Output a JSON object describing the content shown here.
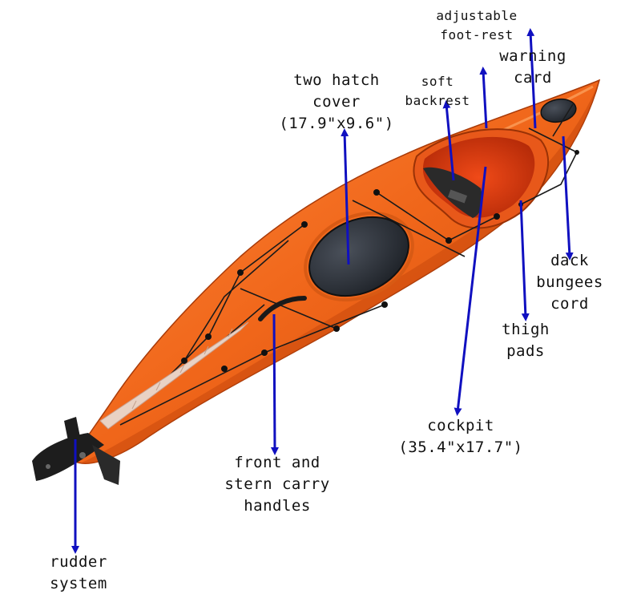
{
  "colors": {
    "hull": "#f0661a",
    "hull_dark": "#c9480c",
    "hull_light": "#ff8a3c",
    "cockpit": "#d8330c",
    "hatch": "#2a2f37",
    "arrow": "#1010c0",
    "text": "#111111"
  },
  "labels": {
    "foot_rest": [
      "adjustable",
      "foot-rest"
    ],
    "warning_card": [
      "warning",
      "card"
    ],
    "backrest": [
      "soft",
      "backrest"
    ],
    "hatch": [
      "two hatch",
      "cover",
      "(17.9\"x9.6\")"
    ],
    "bungees": [
      "dack",
      "bungees",
      "cord"
    ],
    "thigh_pads": [
      "thigh",
      "pads"
    ],
    "cockpit": [
      "cockpit",
      "(35.4\"x17.7\")"
    ],
    "handles": [
      "front and",
      "stern carry",
      "handles"
    ],
    "rudder": [
      "rudder",
      "system"
    ]
  }
}
